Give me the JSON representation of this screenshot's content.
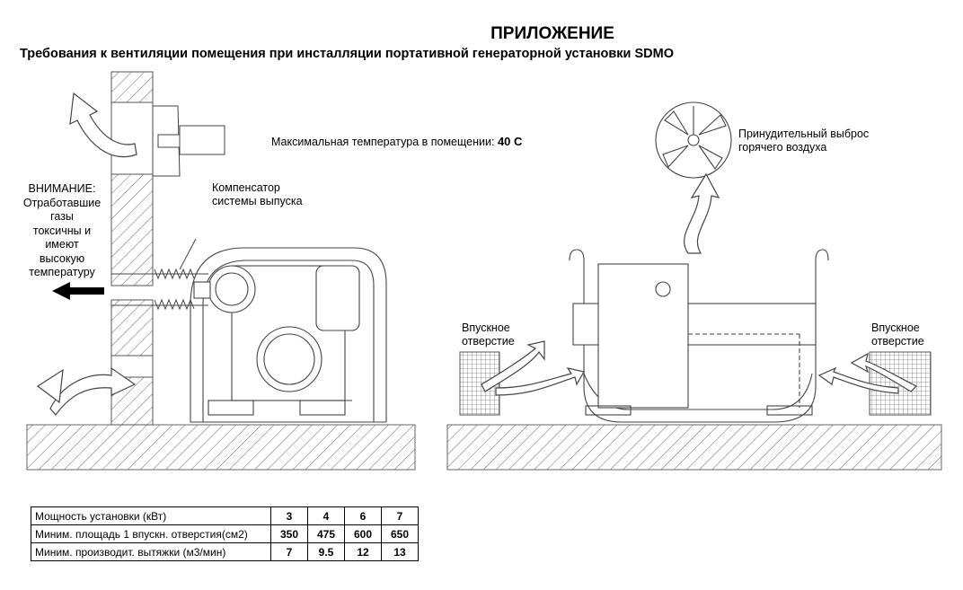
{
  "header": {
    "title": "ПРИЛОЖЕНИЕ",
    "subtitle": "Требования к вентиляции помещения при инсталляции портативной генераторной установки SDMO"
  },
  "notes": {
    "max_temp_label": "Максимальная температура в помещении:",
    "max_temp_value": "40 С",
    "warning": [
      "ВНИМАНИЕ:",
      "Отработавшие",
      "газы",
      "токсичны и",
      "имеют",
      "высокую",
      "температуру"
    ],
    "compensator": [
      "Компенсатор",
      "системы выпуска"
    ],
    "forced_exhaust": [
      "Принудительный выброс",
      "горячего воздуха"
    ],
    "intake_left": [
      "Впускное",
      "отверстие"
    ],
    "intake_right": [
      "Впускное",
      "отверстие"
    ]
  },
  "table": {
    "rows": [
      {
        "label": "Мощность установки (кВт)",
        "values": [
          "3",
          "4",
          "6",
          "7"
        ]
      },
      {
        "label": "Миним. площадь 1 впускн. отверстия(см2)",
        "values": [
          "350",
          "475",
          "600",
          "650"
        ]
      },
      {
        "label": "Миним. производит. вытяжки (м3/мин)",
        "values": [
          "7",
          "9.5",
          "12",
          "13"
        ]
      }
    ]
  }
}
